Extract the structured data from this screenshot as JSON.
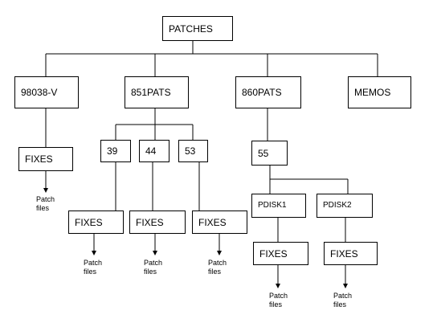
{
  "nodes": {
    "root": "PATCHES",
    "n98038": "98038-V",
    "n851": "851PATS",
    "n860": "860PATS",
    "memos": "MEMOS",
    "fixes_98038": "FIXES",
    "v39": "39",
    "v44": "44",
    "v53": "53",
    "fixes_39": "FIXES",
    "fixes_44": "FIXES",
    "fixes_53": "FIXES",
    "v55": "55",
    "pdisk1": "PDISK1",
    "pdisk2": "PDISK2",
    "fixes_pdisk1": "FIXES",
    "fixes_pdisk2": "FIXES"
  },
  "notes": {
    "patch_98038": "Patch\nfiles",
    "patch_39": "Patch\nfiles",
    "patch_44": "Patch\nfiles",
    "patch_53": "Patch\nfiles",
    "patch_pdisk1": "Patch\nfiles",
    "patch_pdisk2": "Patch\nfiles"
  }
}
